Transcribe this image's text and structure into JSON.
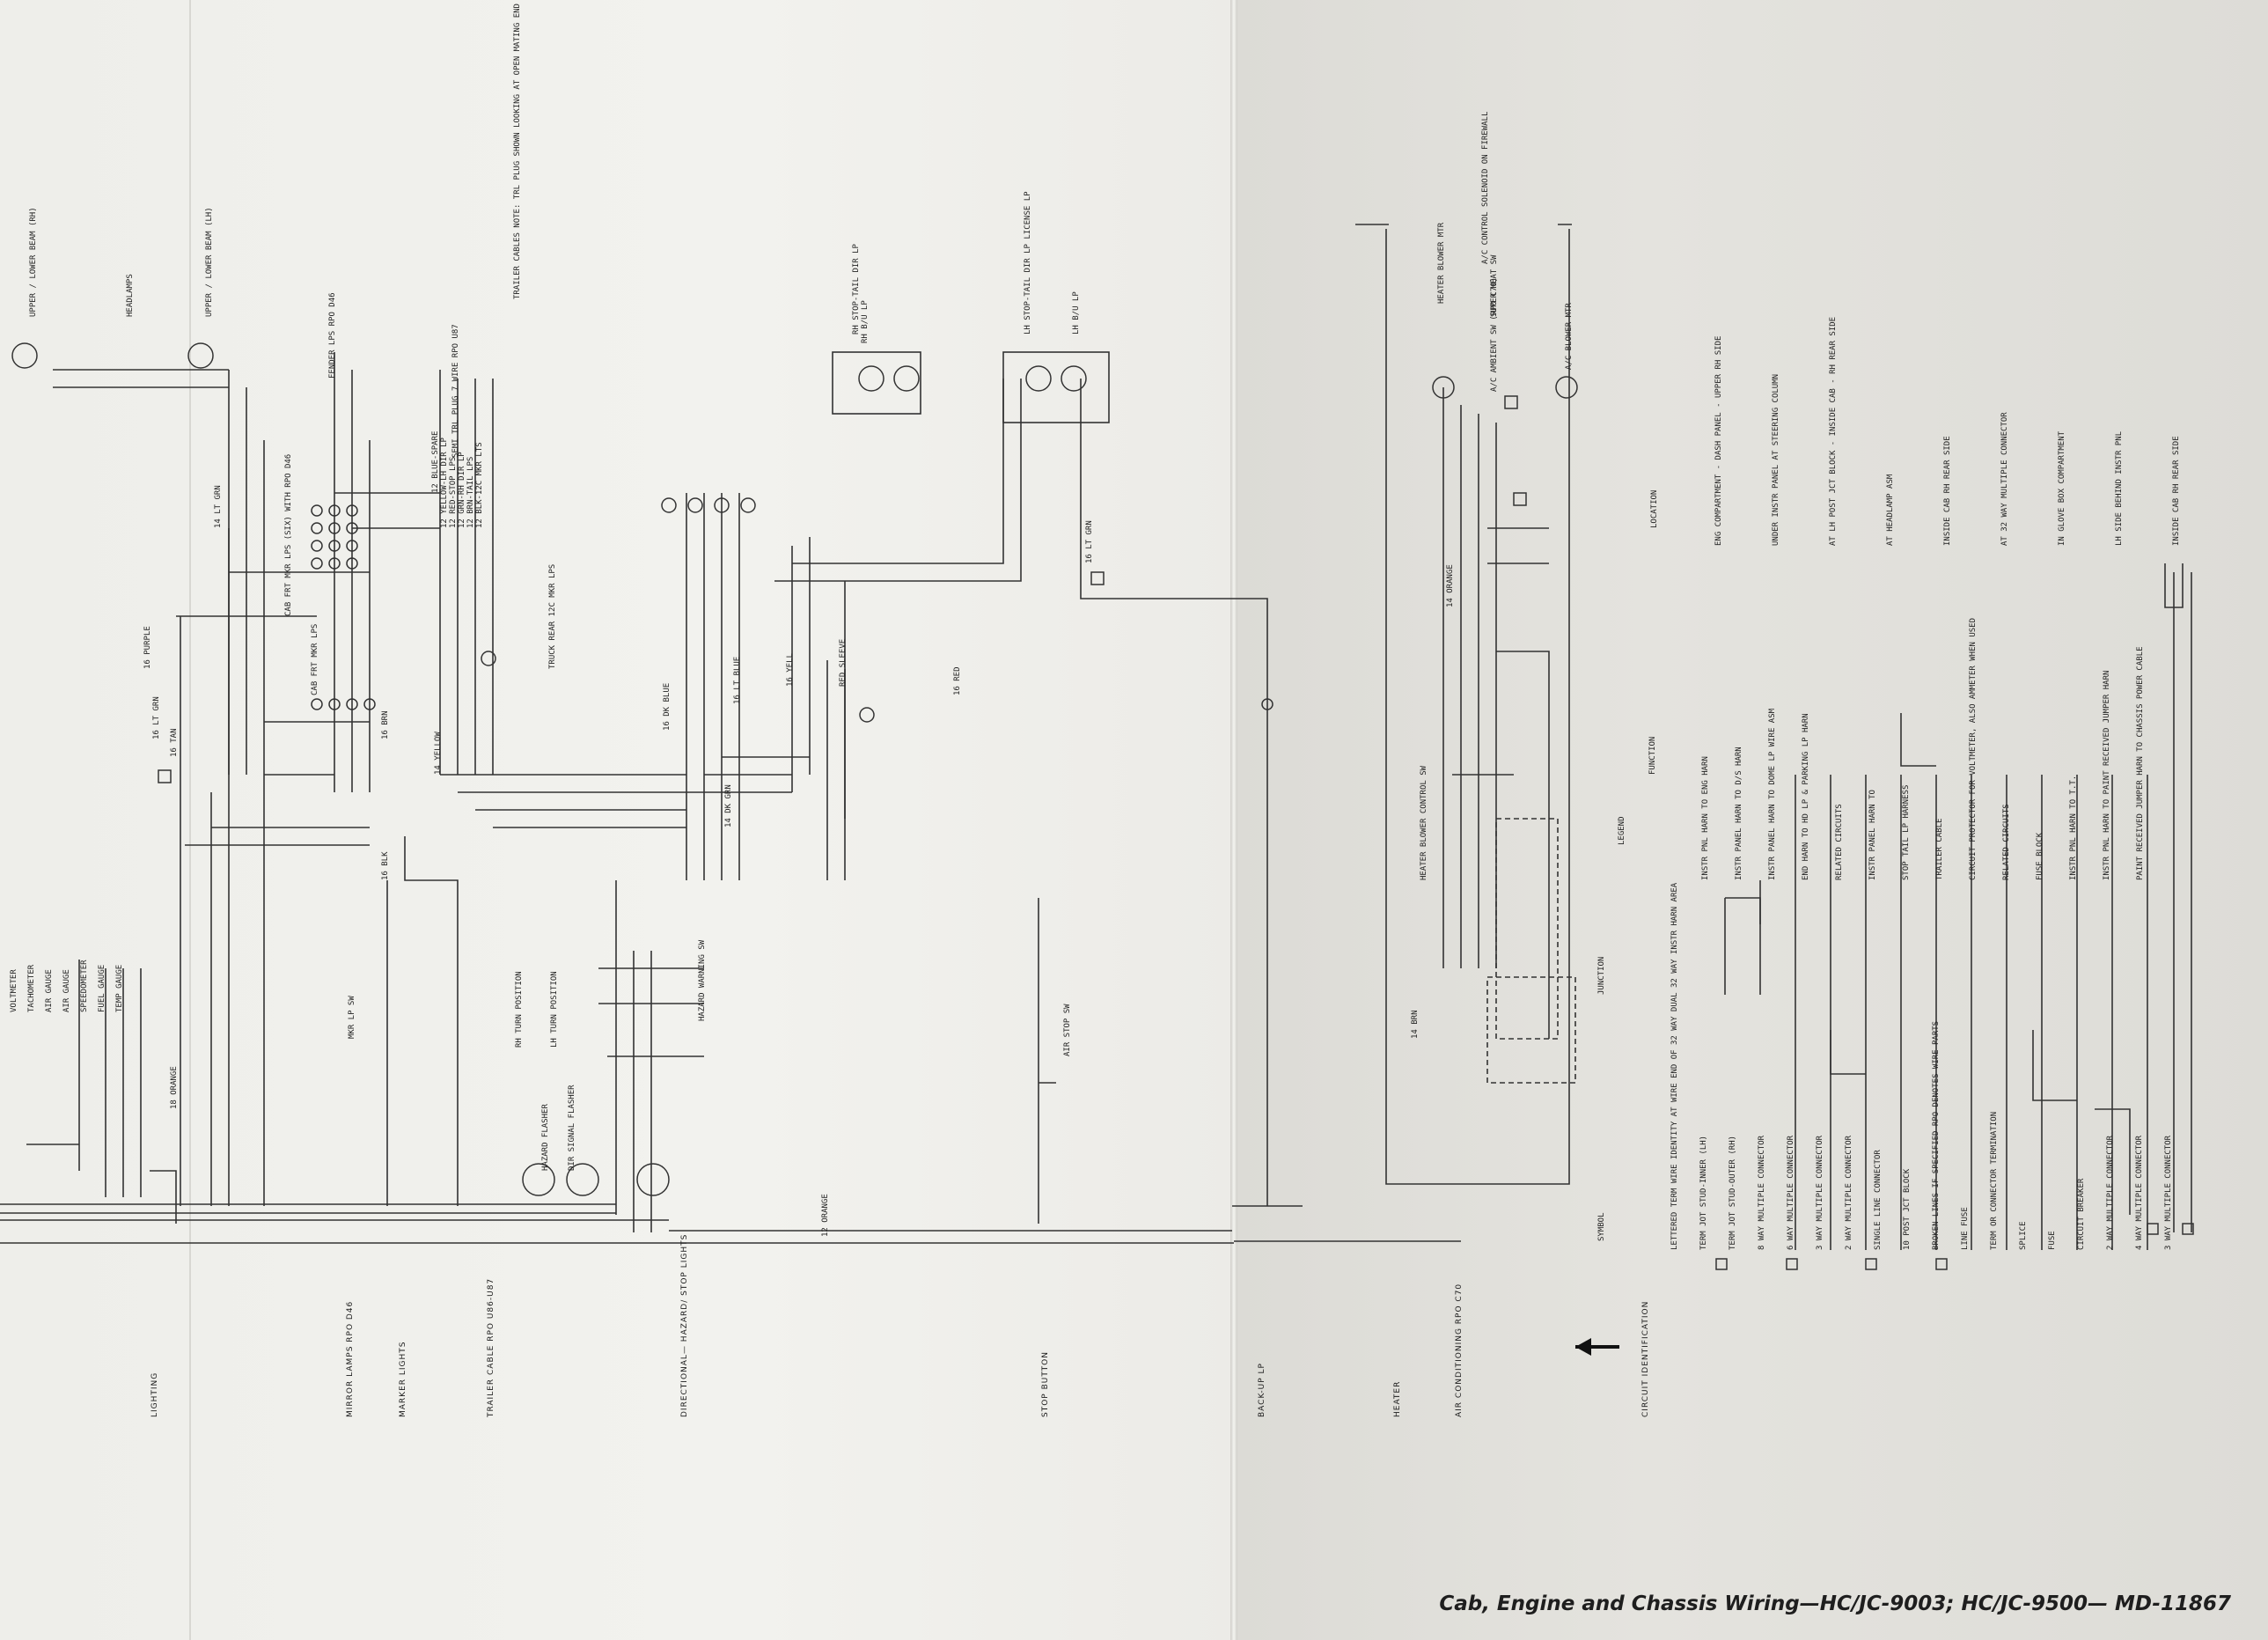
{
  "footer_title": "Cab, Engine and Chassis Wiring—HC/JC-9003; HC/JC-9500— MD-11867",
  "circuit_sections": [
    "LIGHTING",
    "MIRROR LAMPS RPO D46",
    "MARKER LIGHTS",
    "TRAILER CABLE RPO U86-U87",
    "DIRECTIONAL— HAZARD/ STOP LIGHTS",
    "STOP BUTTON",
    "BACK-UP LP",
    "HEATER",
    "AIR CONDITIONING RPO C70",
    "CIRCUIT IDENTIFICATION"
  ],
  "gauges": [
    "VOLTMETER",
    "TACHOMETER",
    "AIR GAUGE",
    "AIR GAUGE",
    "SPEEDOMETER",
    "FUEL GAUGE",
    "TEMP GAUGE"
  ],
  "top_labels": [
    "UPPER / LOWER BEAM (RH)",
    "HEADLAMPS",
    "UPPER / LOWER BEAM (LH)",
    "FENDER LPS RPO D46",
    "CAB FRT MKR LPS (SIX) WITH RPO D46",
    "CAB FRT MKR LPS",
    "SEMI TRL PLUG 7 WIRE RPO U87",
    "TRAILER CABLES NOTE: TRL PLUG SHOWN LOOKING AT OPEN MATING END",
    "TRUCK REAR 12C MKR LPS",
    "RH STOP-TAIL DIR LP",
    "LH STOP-TAIL DIR LP LICENSE LP",
    "RH B/U LP",
    "LH B/U LP",
    "HEATER BLOWER MTR",
    "A/C CONTROL SOLENOID ON FIREWALL",
    "SUPER HEAT SW",
    "A/C AMBIENT SW (RPO C70)",
    "A/C BLOWER MTR",
    "RED SLEEVE",
    "AIR STOP SW",
    "HAZARD FLASHER",
    "DIR SIGNAL FLASHER",
    "RH TURN POSITION",
    "LH TURN POSITION",
    "HAZARD WARNING SW",
    "MKR LP SW",
    "HEATER BLOWER CONTROL SW"
  ],
  "wire_labels": [
    "16 PURPLE",
    "16 LT GRN",
    "16 TAN",
    "14 LT GRN",
    "12 BLUE-SPARE",
    "12 YELLOW-LH DIR LP",
    "12 RED-STOP LPS",
    "12 GRN-RH DIR LP",
    "12 BRN-TAIL LPS",
    "12 BLK-12C MKR LTS",
    "16 DK BLUE",
    "16 LT BLUE",
    "14 YELLOW",
    "14 DK GRN",
    "16 YELL",
    "18 ORANGE",
    "16 BLK",
    "16 BRN",
    "12 ORANGE",
    "14 ORANGE",
    "16 RED",
    "16 LT GRN",
    "14 BRN"
  ],
  "legend": {
    "title": "LEGEND",
    "columns": [
      "SYMBOL",
      "JUNCTION",
      "FUNCTION",
      "LOCATION"
    ],
    "rows": [
      "LETTERED TERM WIRE IDENTITY AT WIRE END OF 32 WAY DUAL 32 WAY INSTR HARN AREA",
      "TERM JOT STUD-INNER (LH)",
      "TERM JOT STUD-OUTER (RH)",
      "8 WAY MULTIPLE CONNECTOR",
      "6 WAY MULTIPLE CONNECTOR",
      "3 WAY MULTIPLE CONNECTOR",
      "2 WAY MULTIPLE CONNECTOR",
      "SINGLE LINE CONNECTOR",
      "10 POST JCT BLOCK",
      "BROKEN LINES IF SPECIFIED RPO DENOTES WIRE PARTS",
      "LINE FUSE",
      "TERM OR CONNECTOR TERMINATION",
      "SPLICE",
      "FUSE",
      "CIRCUIT BREAKER",
      "2 WAY MULTIPLE CONNECTOR",
      "4 WAY MULTIPLE CONNECTOR",
      "3 WAY MULTIPLE CONNECTOR"
    ],
    "functions": [
      "INSTR PNL HARN TO ENG HARN",
      "INSTR PANEL HARN TO D/S HARN",
      "INSTR PANEL HARN TO DOME LP WIRE ASM",
      "END HARN TO HD LP & PARKING LP HARN",
      "RELATED CIRCUITS",
      "INSTR PANEL HARN TO",
      "STOP TAIL LP HARNESS",
      "TRAILER CABLE",
      "CIRCUIT PROTECTOR FOR VOLTMETER, ALSO AMMETER WHEN USED",
      "RELATED CIRCUITS",
      "FUSE BLOCK",
      "INSTR PNL HARN TO T.T.",
      "INSTR PNL HARN TO PAINT RECEIVED JUMPER HARN",
      "PAINT RECEIVED JUMPER HARN TO CHASSIS POWER CABLE"
    ],
    "locations": [
      "ENG COMPARTMENT - DASH PANEL - UPPER RH SIDE",
      "UNDER INSTR PANEL AT STEERING COLUMN",
      "AT LH POST JCT BLOCK - INSIDE CAB - RH REAR SIDE",
      "AT HEADLAMP ASM",
      "INSIDE CAB RH REAR SIDE",
      "AT 32 WAY MULTIPLE CONNECTOR",
      "IN GLOVE BOX COMPARTMENT",
      "LH SIDE BEHIND INSTR PNL",
      "INSIDE CAB RH REAR SIDE"
    ]
  }
}
